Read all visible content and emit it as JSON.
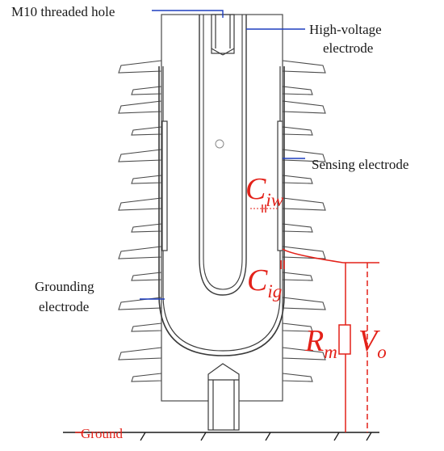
{
  "labels": {
    "threaded_hole": "M10 threaded hole",
    "hv_electrode_1": "High-voltage",
    "hv_electrode_2": "electrode",
    "sensing_electrode": "Sensing electrode",
    "grounding_electrode_1": "Grounding",
    "grounding_electrode_2": "electrode",
    "ground": "Ground"
  },
  "symbols": {
    "c_iw_main": "C",
    "c_iw_sub": "iw",
    "c_ig_main": "C",
    "c_ig_sub": "ig",
    "r_m_main": "R",
    "r_m_sub": "m",
    "v_o_main": "V",
    "v_o_sub": "o"
  },
  "colors": {
    "drawing": "#3a3a3a",
    "leader": "#1f3fbf",
    "circuit": "#e32119"
  }
}
